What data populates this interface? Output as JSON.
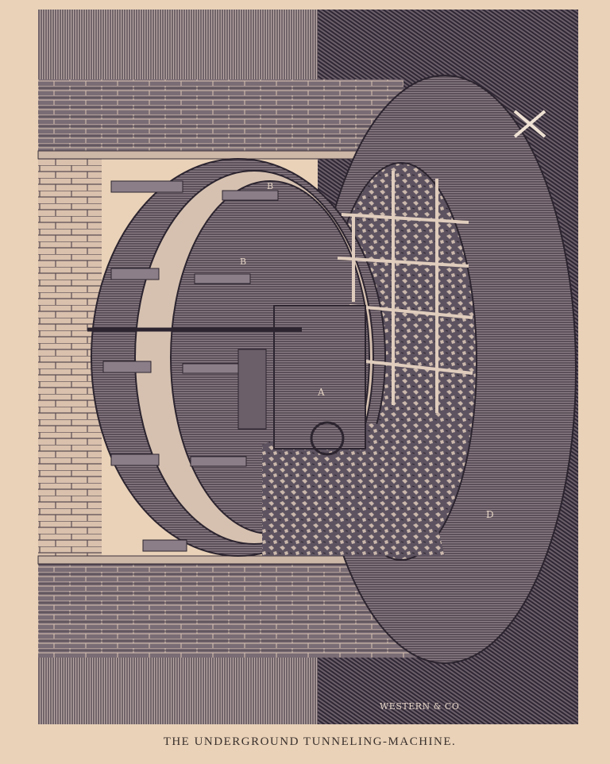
{
  "caption": "THE UNDERGROUND TUNNELING-MACHINE.",
  "engraver_signature": "WESTERN & CO",
  "labels": {
    "a": "A",
    "b1": "B",
    "b2": "B",
    "d": "D"
  },
  "colors": {
    "paper": "#e9d2b8",
    "ink": "#3d3440"
  }
}
